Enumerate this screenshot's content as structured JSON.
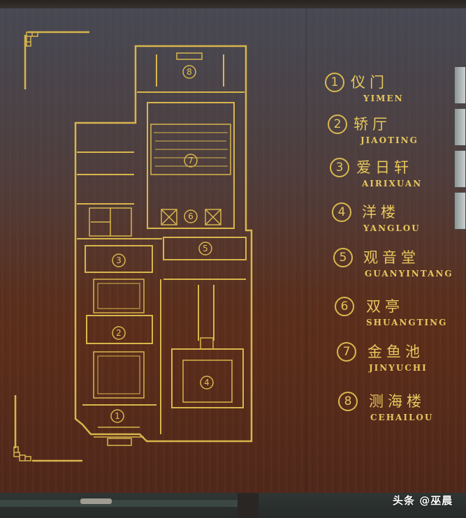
{
  "sign": {
    "legend": [
      {
        "number": "1",
        "chinese": "仪门",
        "pinyin": "YIMEN"
      },
      {
        "number": "2",
        "chinese": "轿厅",
        "pinyin": "JIAOTING"
      },
      {
        "number": "3",
        "chinese": "爱日轩",
        "pinyin": "AIRIXUAN"
      },
      {
        "number": "4",
        "chinese": "洋楼",
        "pinyin": "YANGLOU"
      },
      {
        "number": "5",
        "chinese": "观音堂",
        "pinyin": "GUANYINTANG"
      },
      {
        "number": "6",
        "chinese": "双亭",
        "pinyin": "SHUANGTING"
      },
      {
        "number": "7",
        "chinese": "金鱼池",
        "pinyin": "JINYUCHI"
      },
      {
        "number": "8",
        "chinese": "测海楼",
        "pinyin": "CEHAILOU"
      }
    ],
    "plan_labels": [
      "1",
      "2",
      "3",
      "4",
      "5",
      "6",
      "7",
      "8"
    ],
    "colors": {
      "gold": "#e0c05a",
      "wood": "#5a2e1c",
      "board_top": "#4a4f5e"
    }
  },
  "watermark": "头条 @巫晨"
}
